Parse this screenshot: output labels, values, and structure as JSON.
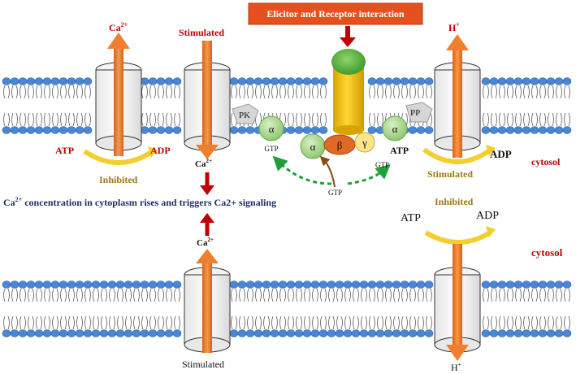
{
  "banner": {
    "text": "Elicitor and Receptor interaction",
    "bg": "#e4511e",
    "color": "#ffffff"
  },
  "colors": {
    "lipid_head": "#4a86d6",
    "lipid_head_stroke": "#2f5ea8",
    "ion_arrow": "#ef7f2f",
    "inhibit_arc": "#f2cf2f",
    "red_arrow": "#c00000",
    "green_subunit": "#a9d88a",
    "beta_subunit": "#e06a25",
    "gamma_subunit": "#fbe58a",
    "receptor_body": "#f5c400",
    "receptor_cap": "#5fb244",
    "dashed_arrow": "#1fa03a"
  },
  "top": {
    "left_channel": {
      "ion": "Ca",
      "charge": "2+",
      "atp": "ATP",
      "adp": "ADP",
      "status": "Inhibited"
    },
    "middle_channel": {
      "status": "Stimulated",
      "ion_out": "Ca",
      "ion_out_charge": "2+"
    },
    "right_channel": {
      "ion": "H",
      "charge": "+",
      "atp": "ATP",
      "adp": "ADP",
      "status": "Stimulated",
      "cytosol": "cytosol"
    },
    "gprotein": {
      "pk": "PK",
      "pp": "PP",
      "alpha": "α",
      "beta": "β",
      "gamma": "γ",
      "gtp": "GTP"
    }
  },
  "middle": {
    "statement_prefix": "Ca",
    "statement_sup": "2+",
    "statement_suffix": " concentration in cytoplasm rises and triggers Ca2+ signaling",
    "ca_label": "Ca",
    "ca_label_sup": "2+",
    "right_status": "Inhibited",
    "right_atp": "ATP",
    "right_adp": "ADP",
    "cytosol": "cytosol"
  },
  "bottom": {
    "left_status": "Stimulated",
    "right_ion": "H",
    "right_charge": "+"
  }
}
